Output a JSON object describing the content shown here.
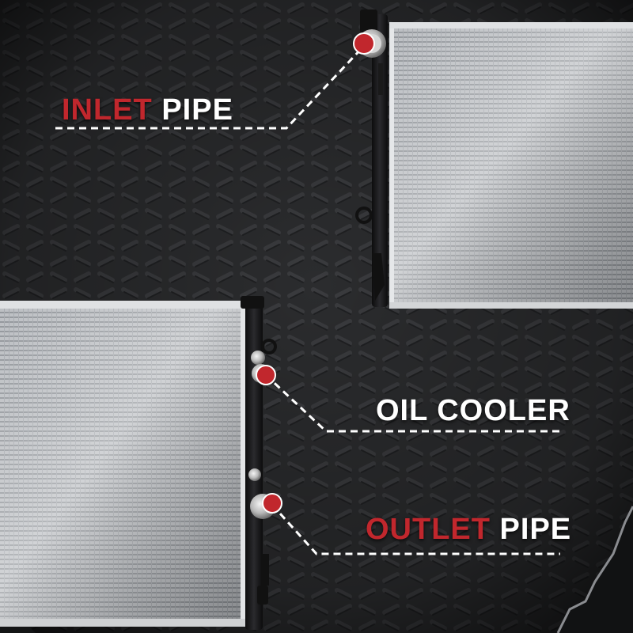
{
  "callouts": {
    "inlet": {
      "accent": "INLET",
      "rest": " PIPE"
    },
    "oil_cooler": {
      "text": "OIL COOLER"
    },
    "outlet": {
      "accent": "OUTLET",
      "rest": " PIPE"
    }
  },
  "colors": {
    "accent_red": "#c1272d",
    "label_white": "#ffffff",
    "background": "#2a2b2d",
    "leader_line": "#ffffff"
  },
  "icons": [
    "inlet-pipe-marker-icon",
    "oil-cooler-marker-icon",
    "outlet-pipe-marker-icon"
  ]
}
